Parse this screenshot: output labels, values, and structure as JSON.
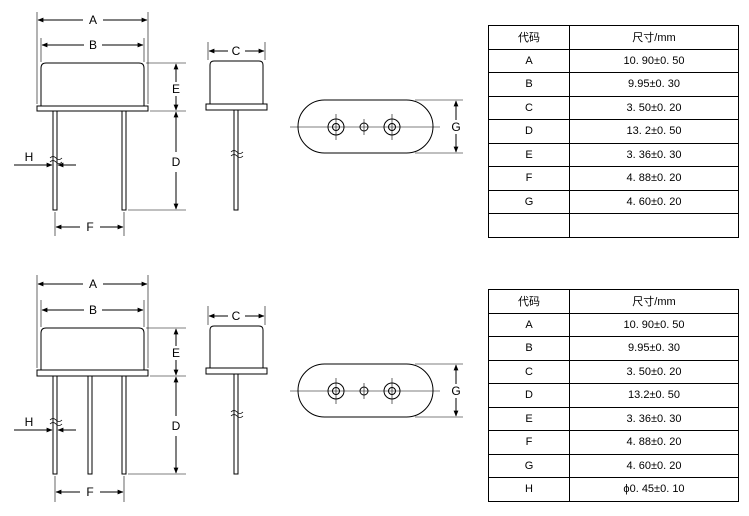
{
  "drawings": [
    {
      "dim_labels": {
        "A": "A",
        "B": "B",
        "C": "C",
        "D": "D",
        "E": "E",
        "F": "F",
        "G": "G",
        "H": "H"
      },
      "pin_count": 2
    },
    {
      "dim_labels": {
        "A": "A",
        "B": "B",
        "C": "C",
        "D": "D",
        "E": "E",
        "F": "F",
        "G": "G",
        "H": "H"
      },
      "pin_count": 3
    }
  ],
  "tables": [
    {
      "header": {
        "code": "代码",
        "size": "尺寸/mm"
      },
      "rows": [
        {
          "code": "A",
          "value": "10. 90±0. 50"
        },
        {
          "code": "B",
          "value": "9.95±0. 30"
        },
        {
          "code": "C",
          "value": "3. 50±0. 20"
        },
        {
          "code": "D",
          "value": "13. 2±0. 50"
        },
        {
          "code": "E",
          "value": "3. 36±0. 30"
        },
        {
          "code": "F",
          "value": "4. 88±0. 20"
        },
        {
          "code": "G",
          "value": "4. 60±0. 20"
        },
        {
          "code": "",
          "value": ""
        }
      ]
    },
    {
      "header": {
        "code": "代码",
        "size": "尺寸/mm"
      },
      "rows": [
        {
          "code": "A",
          "value": "10. 90±0. 50"
        },
        {
          "code": "B",
          "value": "9.95±0. 30"
        },
        {
          "code": "C",
          "value": "3. 50±0. 20"
        },
        {
          "code": "D",
          "value": "13.2±0. 50"
        },
        {
          "code": "E",
          "value": "3. 36±0. 30"
        },
        {
          "code": "F",
          "value": "4. 88±0. 20"
        },
        {
          "code": "G",
          "value": "4. 60±0. 20"
        },
        {
          "code": "H",
          "value": "ϕ0. 45±0. 10"
        }
      ]
    }
  ]
}
